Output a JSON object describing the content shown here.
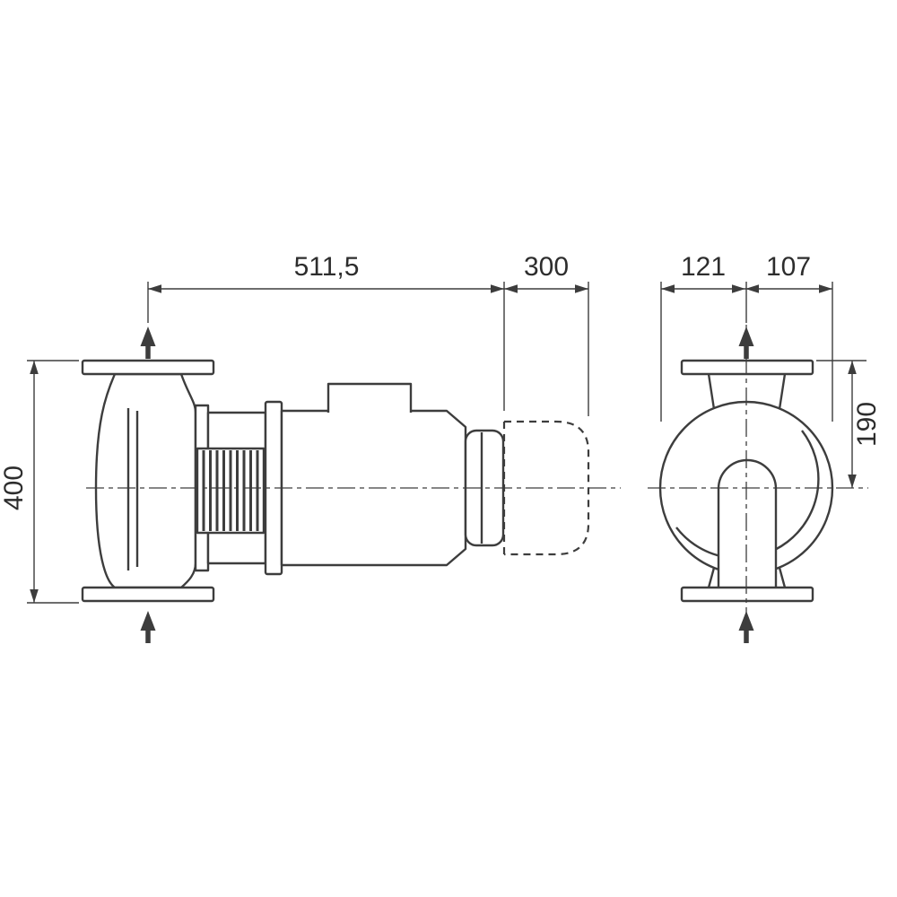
{
  "drawing": {
    "name": "pump-dimensional-drawing",
    "colors": {
      "line": "#3d3d3d",
      "text": "#2d2d2d",
      "background": "#ffffff"
    },
    "side_view": {
      "dim_pump_length": "511,5",
      "dim_motor_extension": "300",
      "dim_port_to_port": "400"
    },
    "end_view": {
      "dim_center_to_left": "121",
      "dim_center_to_right": "107",
      "dim_flange_to_axis": "190"
    }
  }
}
